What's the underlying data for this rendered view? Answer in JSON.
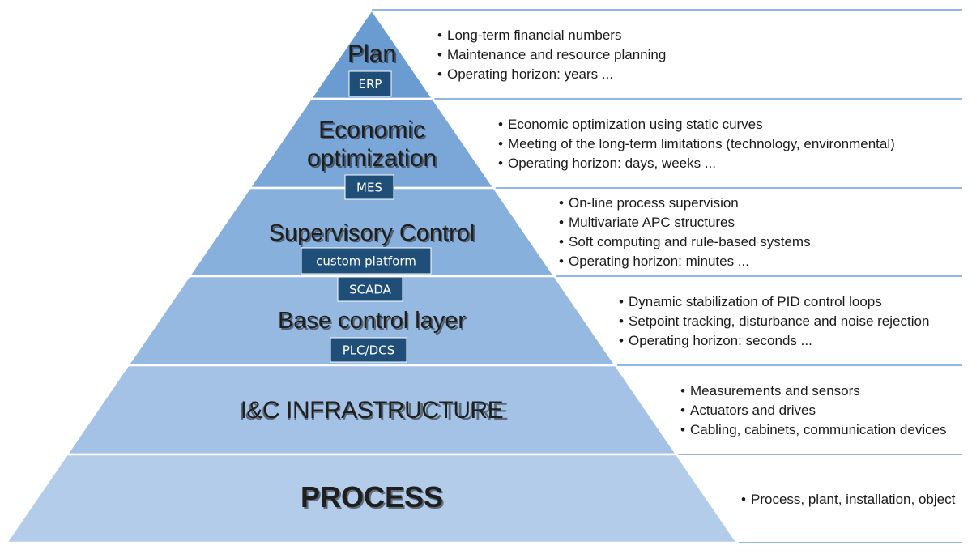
{
  "colors": {
    "level_fills": [
      "#6a9bd1",
      "#7aa6d8",
      "#88b0dc",
      "#95b9e1",
      "#a3c2e5",
      "#b2ccea"
    ],
    "badge_fill": "#1f4e79",
    "separator_line": "#6f9fd8",
    "outline": "#ffffff"
  },
  "levels": [
    {
      "title_lines": [
        "Plan"
      ],
      "badges": [
        "ERP"
      ],
      "bullets": [
        "Long-term financial numbers",
        "Maintenance and resource planning",
        "Operating horizon: years ..."
      ]
    },
    {
      "title_lines": [
        "Economic",
        "optimization"
      ],
      "badges": [
        "MES"
      ],
      "bullets": [
        "Economic optimization using static curves",
        "Meeting of the long-term limitations (technology, environmental)",
        "Operating horizon: days, weeks ..."
      ]
    },
    {
      "title_lines": [
        "Supervisory Control"
      ],
      "badges": [
        "custom platform"
      ],
      "bullets": [
        "On-line process supervision",
        "Multivariate APC structures",
        "Soft computing and rule-based systems",
        "Operating horizon: minutes ..."
      ]
    },
    {
      "title_lines": [
        "Base control layer"
      ],
      "badges": [
        "SCADA",
        "PLC/DCS"
      ],
      "bullets": [
        "Dynamic stabilization of PID control loops",
        "Setpoint tracking, disturbance and noise rejection",
        "Operating horizon: seconds ..."
      ]
    },
    {
      "title_lines": [
        "I&C INFRASTRUCTURE"
      ],
      "badges": [],
      "bullets": [
        "Measurements and sensors",
        "Actuators and drives",
        "Cabling, cabinets, communication devices"
      ]
    },
    {
      "title_lines": [
        "PROCESS"
      ],
      "badges": [],
      "bullets": [
        "Process, plant, installation, object"
      ]
    }
  ]
}
